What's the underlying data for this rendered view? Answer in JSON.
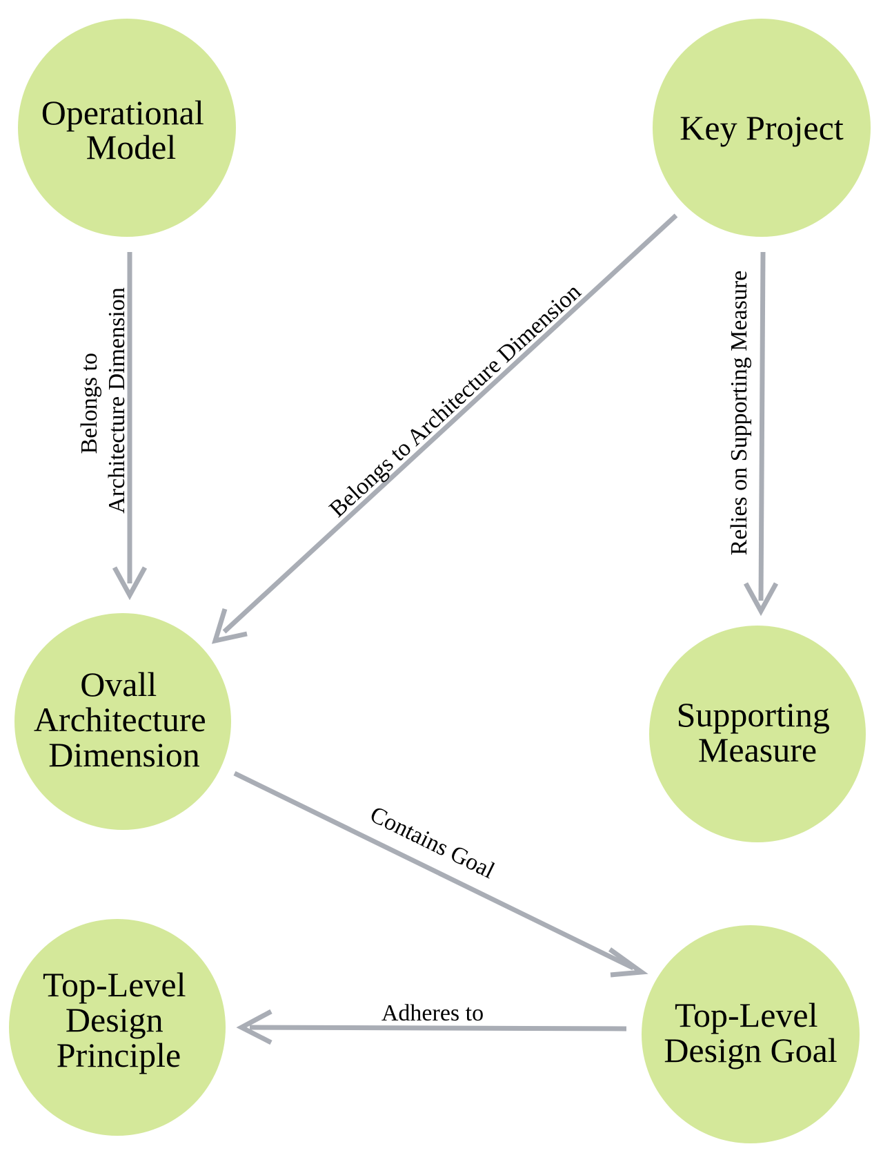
{
  "diagram": {
    "colors": {
      "node_fill": "#d4e89a",
      "edge": "#a9adb5",
      "text": "#000000"
    },
    "nodes": {
      "operational_model": {
        "lines": [
          "Operational",
          "Model"
        ]
      },
      "key_project": {
        "lines": [
          "Key Project"
        ]
      },
      "overall_architecture_dimension": {
        "lines": [
          "Ovall",
          "Architecture",
          "Dimension"
        ]
      },
      "supporting_measure": {
        "lines": [
          "Supporting",
          "Measure"
        ]
      },
      "top_level_design_principle": {
        "lines": [
          "Top-Level",
          "Design",
          "Principle"
        ]
      },
      "top_level_design_goal": {
        "lines": [
          "Top-Level",
          "Design Goal"
        ]
      }
    },
    "edges": {
      "operational_to_overall": {
        "lines": [
          "Belongs to",
          "Architecture Dimension"
        ]
      },
      "key_project_to_overall": {
        "lines": [
          "Belongs to Architecture Dimension"
        ]
      },
      "key_project_to_supporting": {
        "lines": [
          "Relies on Supporting Measure"
        ]
      },
      "overall_to_goal": {
        "lines": [
          "Contains Goal"
        ]
      },
      "goal_to_principle": {
        "lines": [
          "Adheres to"
        ]
      }
    }
  }
}
